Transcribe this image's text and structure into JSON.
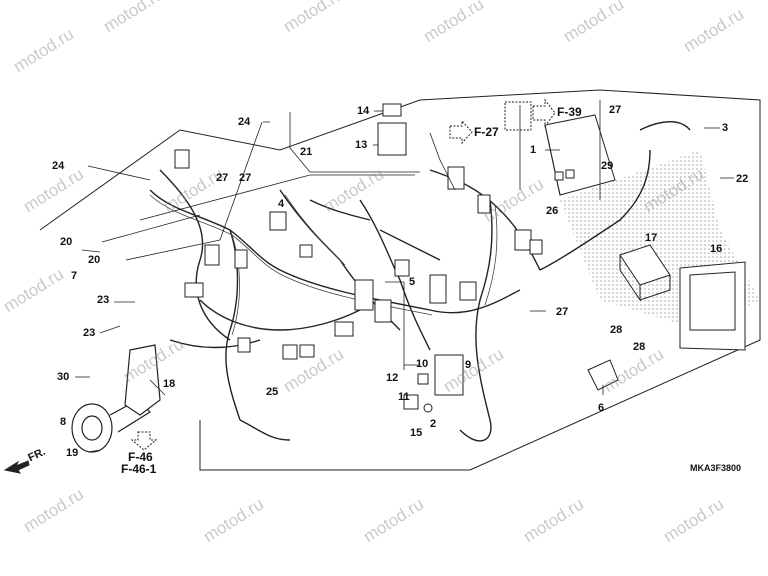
{
  "watermark": "motod.ru",
  "diagram_code": "MKA3F3800",
  "front_label": "FR.",
  "refs": {
    "f27": "F-27",
    "f39": "F-39",
    "f46": "F-46",
    "f461": "F-46-1"
  },
  "callouts": {
    "c1": "1",
    "c2": "2",
    "c3": "3",
    "c4": "4",
    "c5": "5",
    "c6": "6",
    "c7": "7",
    "c8": "8",
    "c9": "9",
    "c10": "10",
    "c11": "11",
    "c12": "12",
    "c13": "13",
    "c14": "14",
    "c15": "15",
    "c16": "16",
    "c17": "17",
    "c18": "18",
    "c19": "19",
    "c20a": "20",
    "c20b": "20",
    "c21": "21",
    "c22": "22",
    "c23a": "23",
    "c23b": "23",
    "c24a": "24",
    "c24b": "24",
    "c25": "25",
    "c26": "26",
    "c27a": "27",
    "c27b": "27",
    "c27c": "27",
    "c27d": "27",
    "c28a": "28",
    "c28b": "28",
    "c29": "29",
    "c30": "30"
  }
}
